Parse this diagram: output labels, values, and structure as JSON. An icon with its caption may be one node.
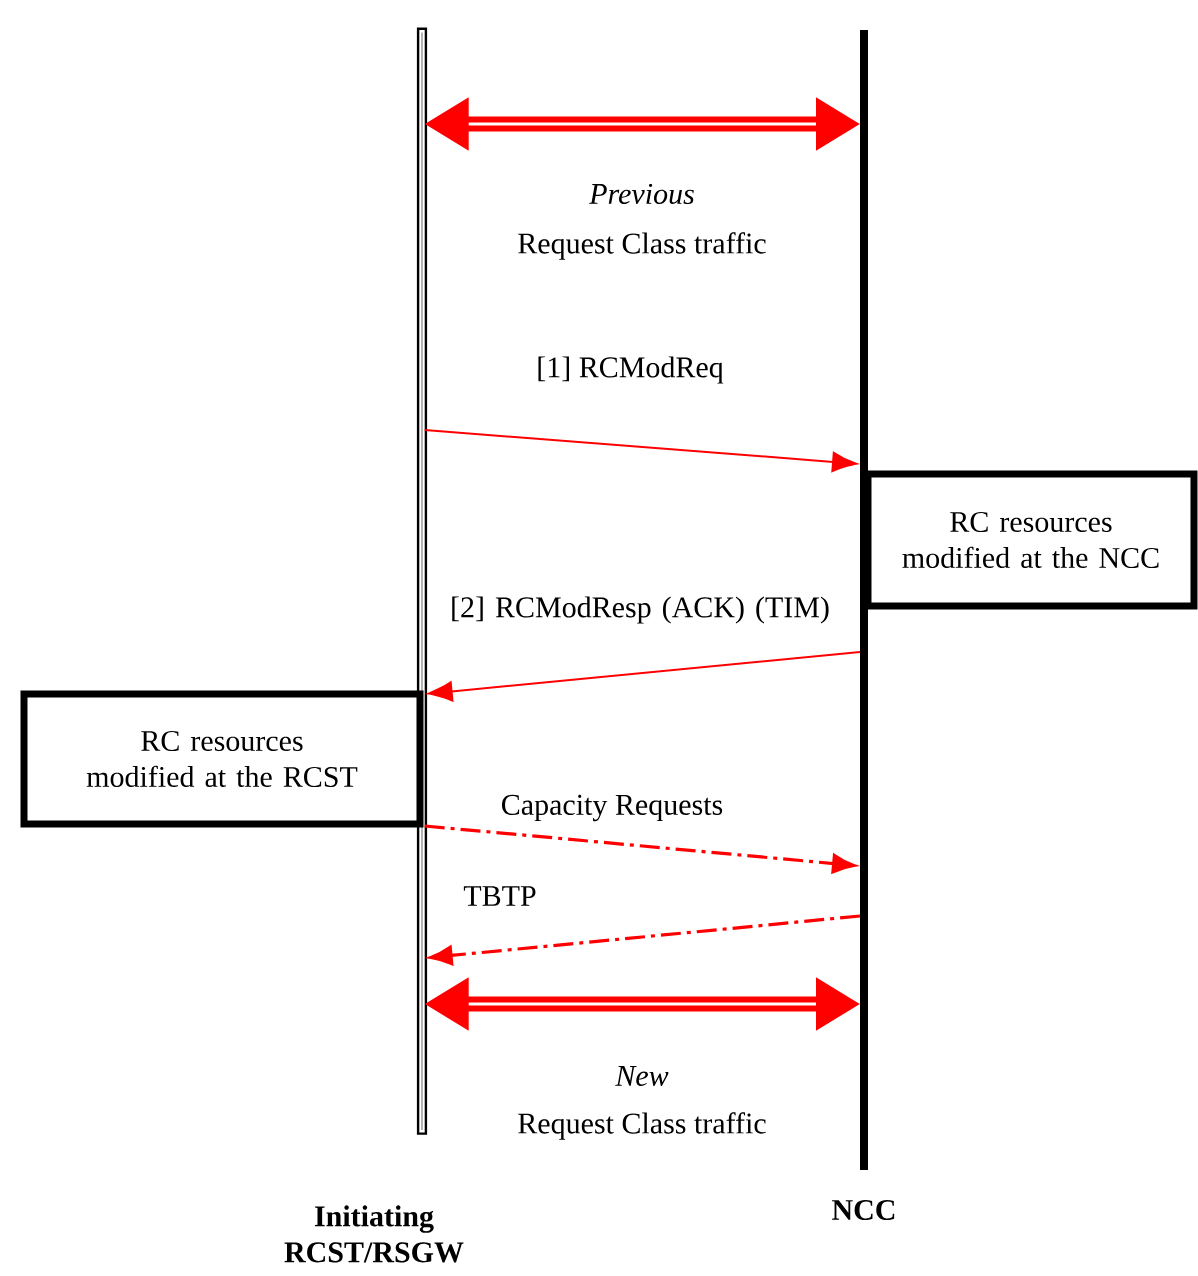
{
  "diagram": {
    "nodes": [
      {
        "text": [
          "Initiating RCST/RSGW"
        ]
      },
      {
        "text": [
          "NCC"
        ]
      },
      {
        "text": [
          "RC resources modified at the NCC"
        ]
      },
      {
        "text": [
          "RC resources modified at the RCST"
        ]
      }
    ],
    "edges": [
      {
        "from": 0,
        "to": 1,
        "arrow": "both",
        "style": "thick",
        "label": "Request Class traffic"
      },
      {
        "from": 0,
        "to": 1,
        "arrow": "to",
        "label": "[1] RCModReq"
      },
      {
        "from": 1,
        "to": 0,
        "arrow": "to",
        "label": "[2] RCModResp (ACK) (TIM)"
      },
      {
        "from": 0,
        "to": 1,
        "arrow": "to",
        "style": "dashed",
        "label": "Capacity Requests"
      },
      {
        "from": 1,
        "to": 0,
        "arrow": "to",
        "style": "dashed",
        "label": "TBTP"
      },
      {
        "from": 0,
        "to": 1,
        "arrow": "both",
        "style": "thick",
        "label": "Request Class traffic"
      }
    ],
    "labels": [
      "Previous",
      "New"
    ]
  }
}
